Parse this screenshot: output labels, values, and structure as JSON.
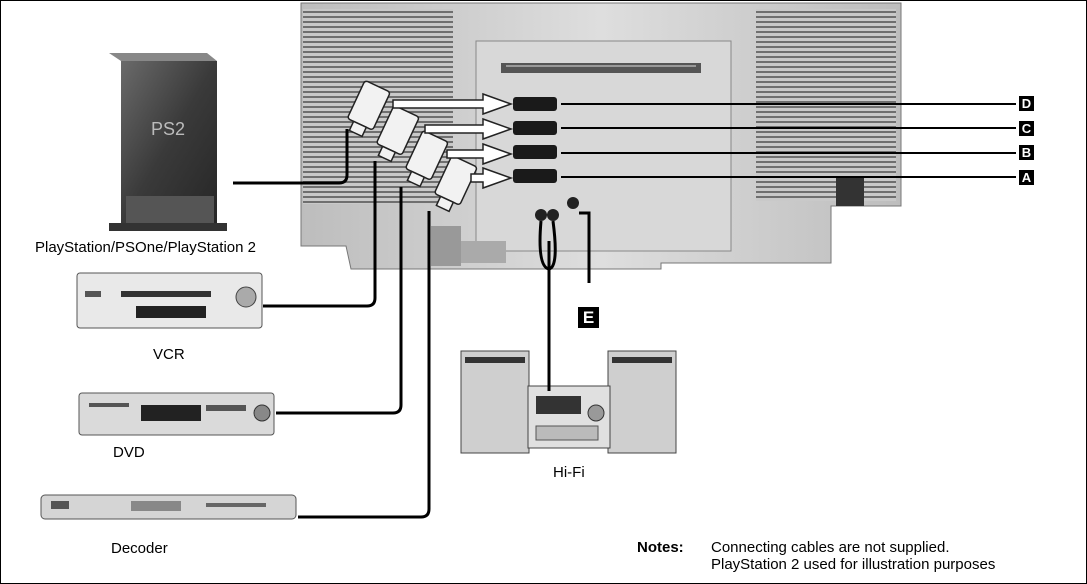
{
  "devices": {
    "playstation": "PlayStation/PSOne/PlayStation 2",
    "vcr": "VCR",
    "dvd": "DVD",
    "decoder": "Decoder",
    "hifi": "Hi-Fi"
  },
  "connectors": [
    "D",
    "C",
    "B",
    "A",
    "E"
  ],
  "notes": {
    "heading": "Notes:",
    "lines": [
      "Connecting cables are not supplied.",
      "PlayStation 2 used for illustration purposes"
    ]
  }
}
